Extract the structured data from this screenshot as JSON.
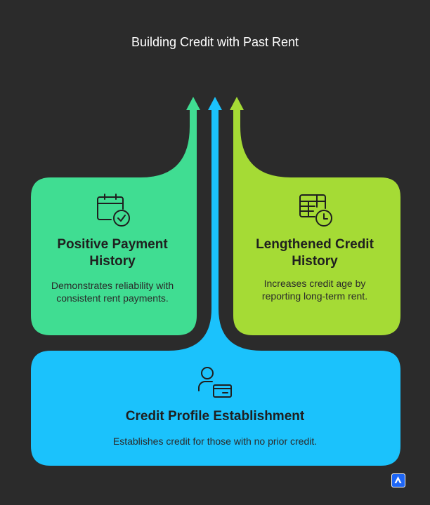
{
  "title": "Building Credit with Past Rent",
  "cards": {
    "left": {
      "title": "Positive Payment History",
      "description": "Demonstrates reliability with consistent rent payments.",
      "icon": "calendar-check-icon",
      "color": "#40dd92"
    },
    "right": {
      "title": "Lengthened Credit History",
      "description": "Increases credit age by reporting long-term rent.",
      "icon": "calendar-clock-icon",
      "color": "#a5db35"
    },
    "bottom": {
      "title": "Credit Profile Establishment",
      "description": "Establishes credit for those with no prior credit.",
      "icon": "user-credit-card-icon",
      "color": "#1bc2fc"
    }
  },
  "logo": "app-logo-icon"
}
